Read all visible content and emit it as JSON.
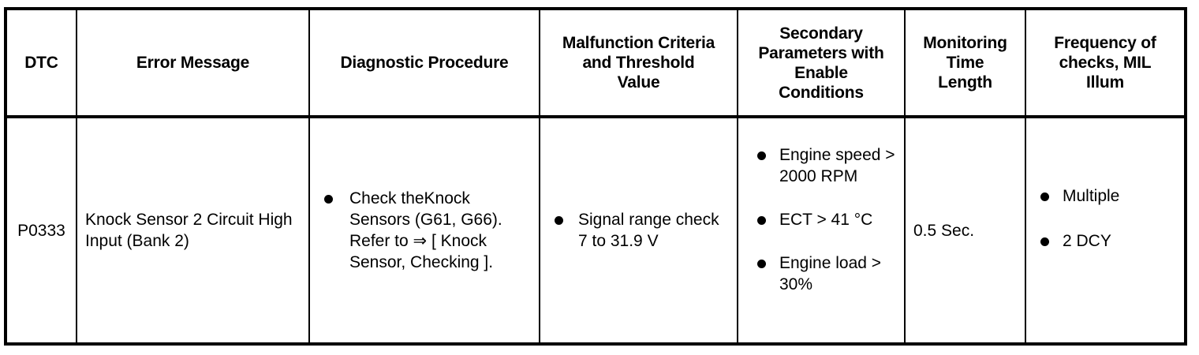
{
  "table": {
    "columns": [
      {
        "key": "dtc",
        "label": "DTC"
      },
      {
        "key": "error_message",
        "label": "Error Message"
      },
      {
        "key": "diagnostic_procedure",
        "label": "Diagnostic Procedure"
      },
      {
        "key": "malfunction_criteria",
        "label": "Malfunction Criteria and Threshold Value"
      },
      {
        "key": "secondary_parameters",
        "label": "Secondary Parameters with Enable Conditions"
      },
      {
        "key": "monitoring_time",
        "label": "Monitoring Time Length"
      },
      {
        "key": "frequency",
        "label": "Frequency of checks, MIL Illum"
      }
    ],
    "header_lines": {
      "dtc": [
        "DTC"
      ],
      "error_message": [
        "Error Message"
      ],
      "diagnostic_procedure": [
        "Diagnostic Procedure"
      ],
      "malfunction_criteria": [
        "Malfunction Criteria",
        "and Threshold",
        "Value"
      ],
      "secondary_parameters": [
        "Secondary",
        "Parameters with",
        "Enable",
        "Conditions"
      ],
      "monitoring_time": [
        "Monitoring",
        "Time",
        "Length"
      ],
      "frequency": [
        "Frequency of",
        "checks, MIL",
        "Illum"
      ]
    },
    "rows": [
      {
        "dtc": "P0333",
        "error_message": "Knock Sensor 2 Circuit High Input (Bank 2)",
        "diagnostic_procedure": [
          "Check theKnock Sensors (G61, G66). Refer to ⇒ [ Knock Sensor, Checking ]."
        ],
        "malfunction_criteria": [
          "Signal range check 7 to 31.9 V"
        ],
        "secondary_parameters": [
          "Engine speed > 2000 RPM",
          "ECT > 41 °C",
          "Engine load > 30%"
        ],
        "monitoring_time": "0.5 Sec.",
        "frequency": [
          "Multiple",
          "2 DCY"
        ]
      }
    ]
  },
  "style": {
    "border_color": "#000000",
    "background_color": "#ffffff",
    "text_color": "#000000"
  }
}
